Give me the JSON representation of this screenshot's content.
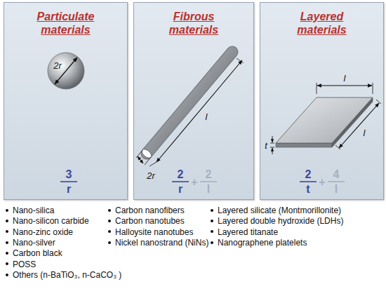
{
  "diagram": {
    "nodes": [
      {
        "text": [
          "Particulate materials"
        ]
      },
      {
        "text": [
          "Fibrous materials"
        ]
      },
      {
        "text": [
          "Layered materials"
        ]
      }
    ],
    "labels": [
      "2r",
      "3",
      "r",
      "l",
      "2r",
      "2",
      "r",
      "+",
      "2",
      "l",
      "l",
      "l",
      "t",
      "2",
      "t",
      "+",
      "4",
      "l",
      "Nano-silica",
      "Nano-silicon carbide",
      "Nano-zinc oxide",
      "Nano-silver",
      "Carbon black",
      "POSS",
      "Others (n-BaTiO₃, n-CaCO₃ )",
      "Carbon nanofibers",
      "Carbon nanotubes",
      "Halloysite nanotubes",
      "Nickel nanostrand (NiNs)",
      "Layered silicate (Montmorillonite)",
      "Layered double hydroxide (LDHs)",
      "Layered titanate",
      "Nanographene platelets"
    ]
  }
}
